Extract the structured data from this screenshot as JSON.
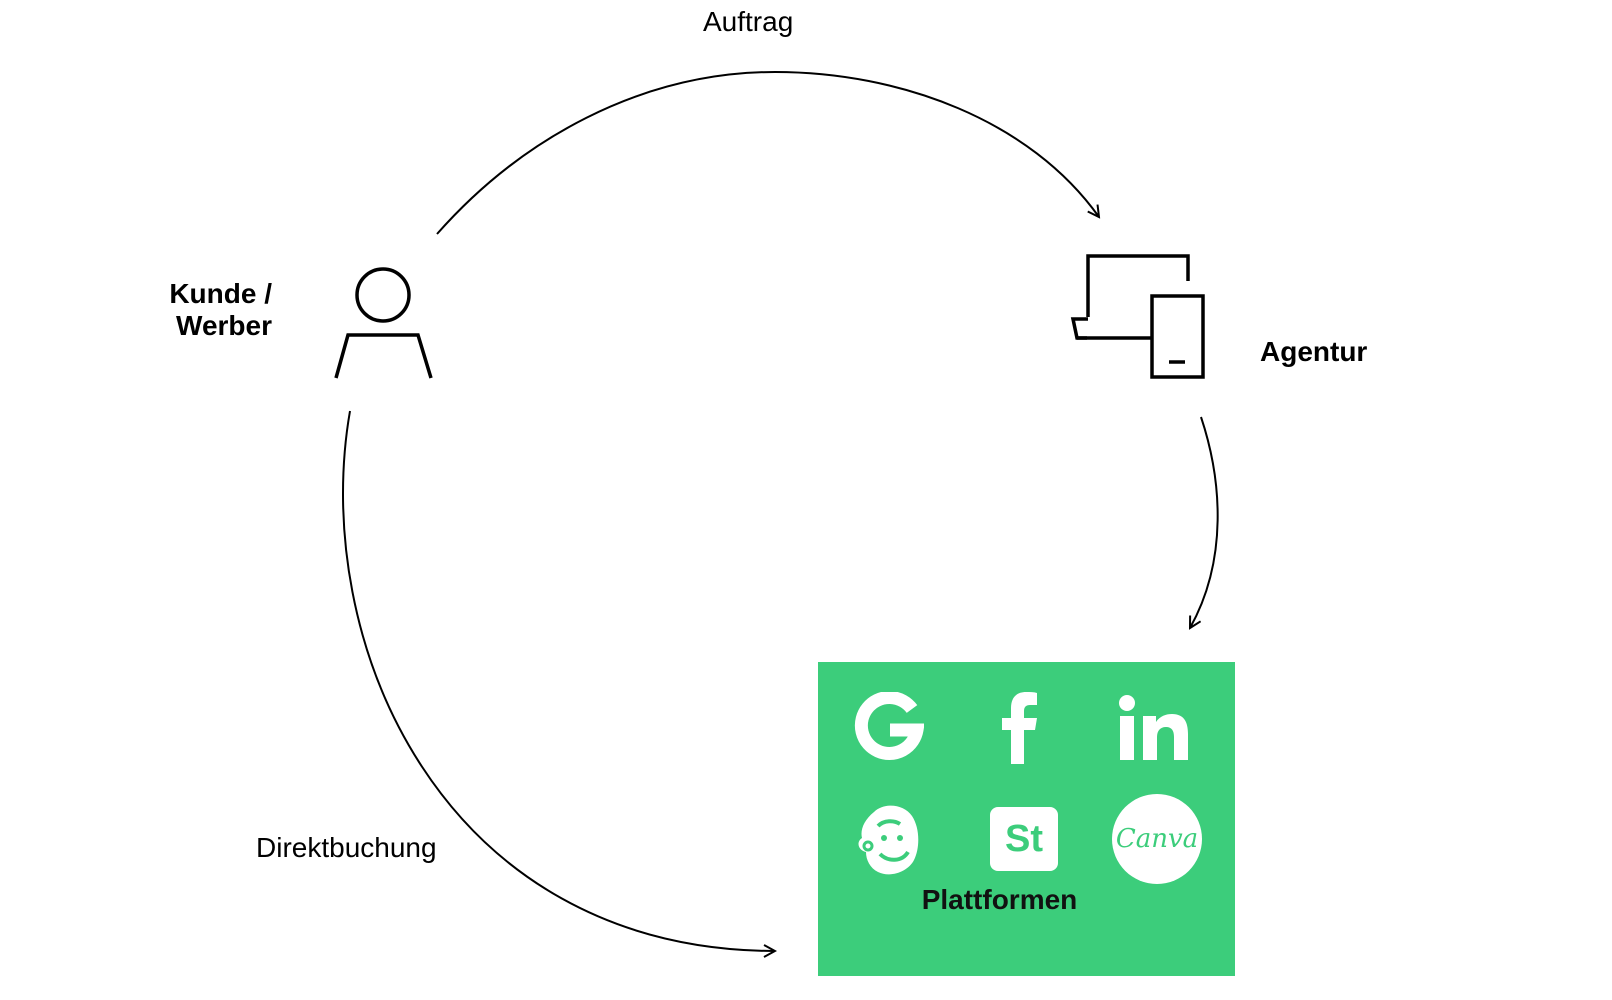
{
  "nodes": {
    "customer": {
      "line1": "Kunde /",
      "line2": "Werber"
    },
    "agency": {
      "label": "Agentur"
    },
    "platforms": {
      "label": "Plattformen",
      "logos": {
        "google": "Google",
        "facebook": "Facebook",
        "linkedin": "LinkedIn",
        "mailchimp": "Mailchimp",
        "stock": "St",
        "canva": "Canva"
      }
    }
  },
  "edges": {
    "order": {
      "label": "Auftrag"
    },
    "direct": {
      "label": "Direktbuchung"
    }
  },
  "icons": {
    "customer": "person-icon",
    "agency": "laptop-phone-icon"
  },
  "colors": {
    "accent": "#3ccd7b",
    "line": "#000000",
    "logo_fill": "#ffffff"
  }
}
